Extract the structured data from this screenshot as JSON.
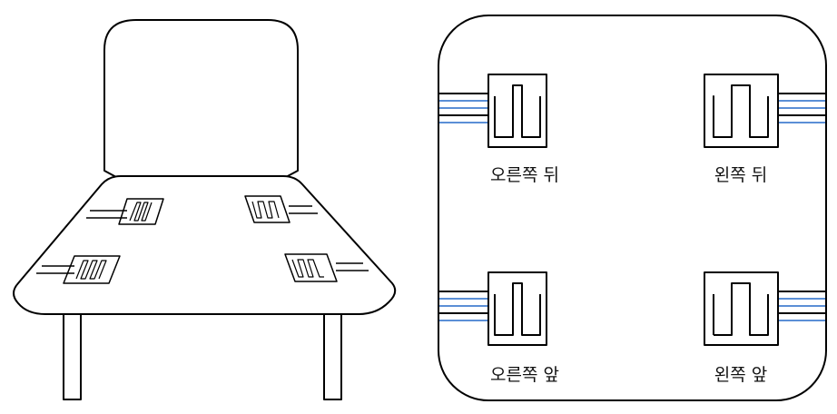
{
  "colors": {
    "line": "#000000",
    "wire_blue": "#5b8fd6",
    "background": "#ffffff"
  },
  "labels": {
    "rear_right": "오른쪽 뒤",
    "rear_left": "왼쪽 뒤",
    "front_right": "오른쪽 앞",
    "front_left": "왼쪽 앞"
  }
}
